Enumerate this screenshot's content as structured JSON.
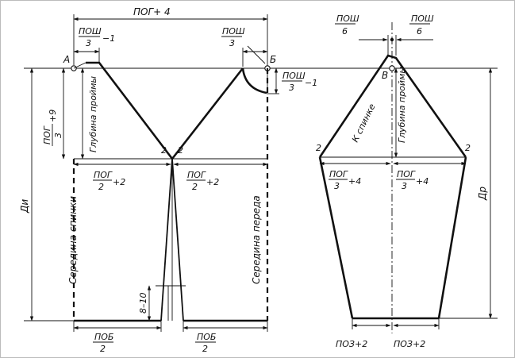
{
  "bodice": {
    "top_width": "ПОГ+ 4",
    "neck_width_left": {
      "num": "ПОШ",
      "den": "3",
      "suffix": "−1"
    },
    "neck_width_right": {
      "num": "ПОШ",
      "den": "3"
    },
    "neck_depth_front": {
      "num": "ПОШ",
      "den": "3",
      "suffix": "−1"
    },
    "point_a": "А",
    "point_b": "Б",
    "armhole_depth": "Глубина проймы",
    "armhole_formula": {
      "num": "ПОГ",
      "den": "3",
      "suffix": "+9"
    },
    "di": "Ди",
    "armhole_point_left": "2",
    "armhole_point_right": "2",
    "half_chest_left": {
      "num": "ПОГ",
      "den": "2",
      "suffix": "+2"
    },
    "half_chest_right": {
      "num": "ПОГ",
      "den": "2",
      "suffix": "+2"
    },
    "center_back": "Середина спинки",
    "center_front": "Середина переда",
    "slit": "8–10",
    "hem_left": {
      "num": "ПОБ",
      "den": "2"
    },
    "hem_right": {
      "num": "ПОБ",
      "den": "2"
    }
  },
  "sleeve": {
    "shoulder_left": {
      "num": "ПОШ",
      "den": "6"
    },
    "shoulder_right": {
      "num": "ПОШ",
      "den": "6"
    },
    "point_v": "В",
    "to_back": "К спинке",
    "armhole_depth": "Глубина проймы",
    "dr": "Др",
    "underarm_left": "2",
    "underarm_right": "2",
    "width_left": {
      "num": "ПОГ",
      "den": "3",
      "suffix": "+4"
    },
    "width_right": {
      "num": "ПОГ",
      "den": "3",
      "suffix": "+4"
    },
    "bottom_left": "ПОЗ+2",
    "bottom_right": "ПОЗ+2"
  }
}
